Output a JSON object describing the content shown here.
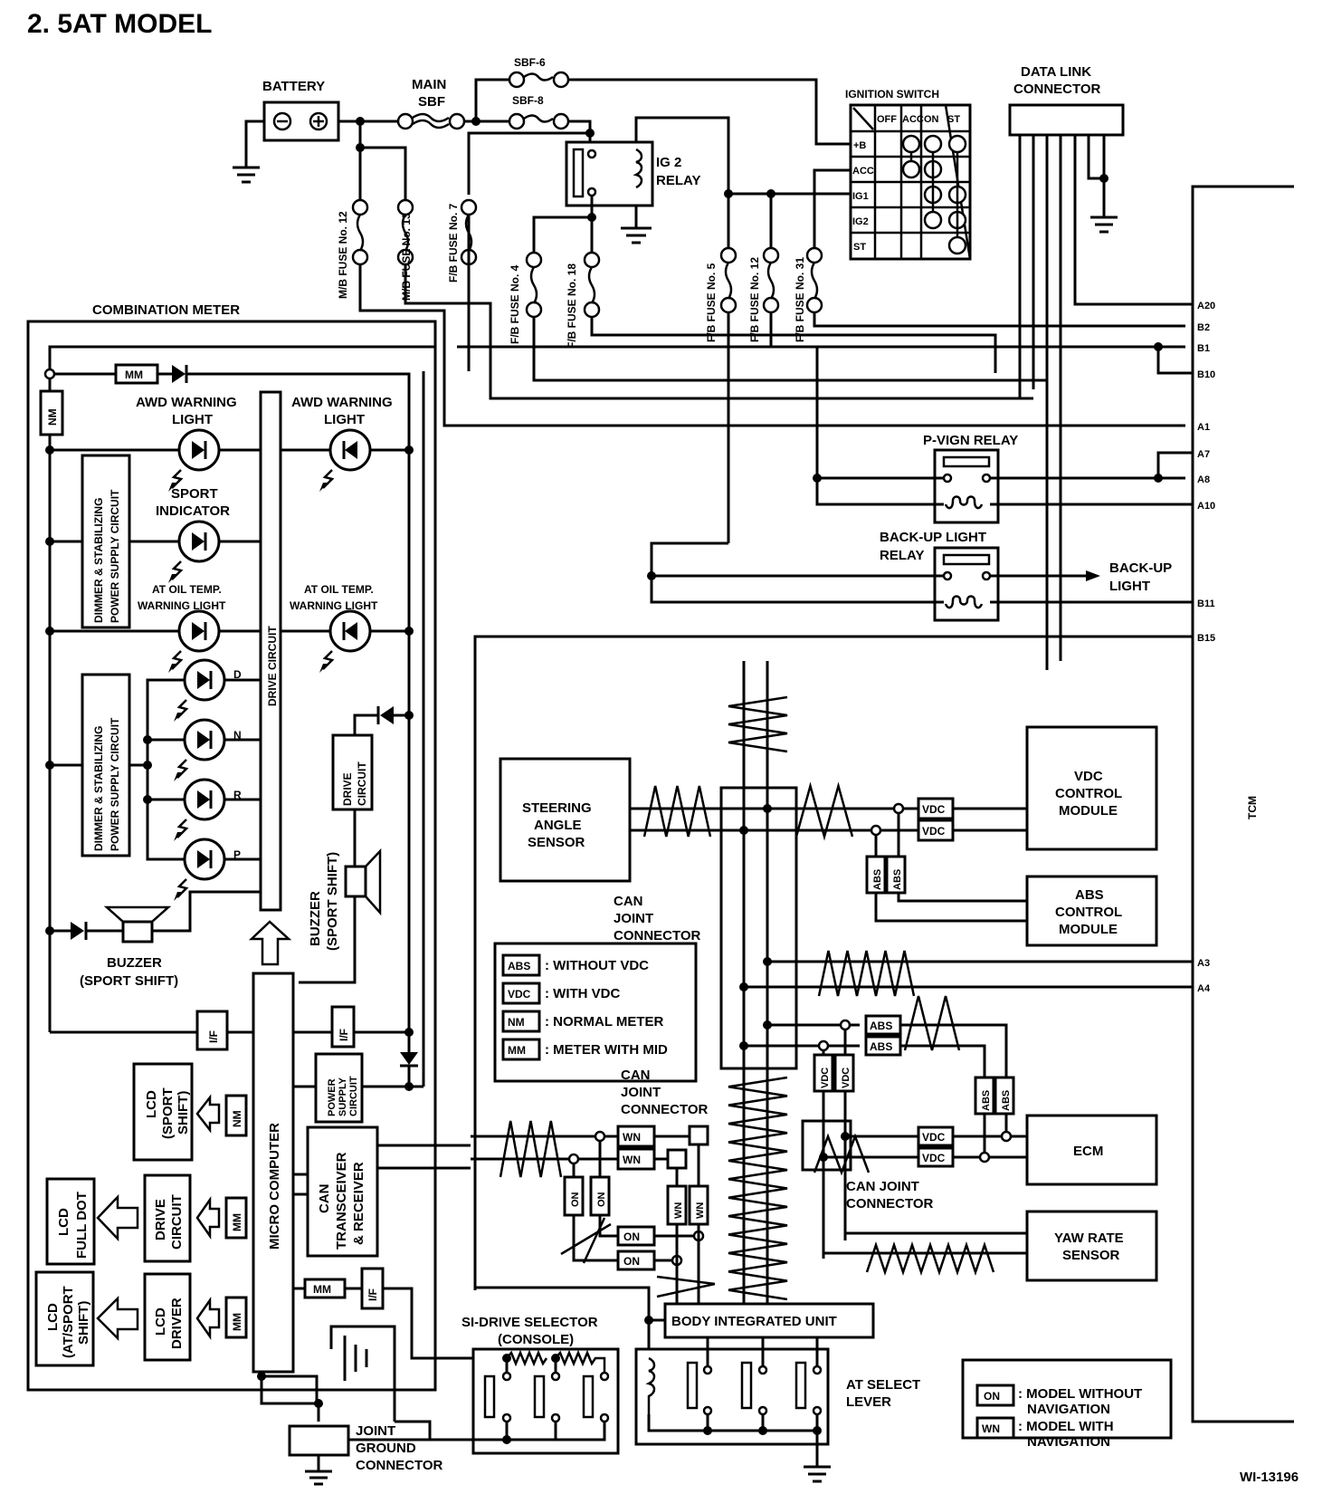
{
  "title": "2.  5AT MODEL",
  "figure_id": "WI-13196",
  "power": {
    "battery": "BATTERY",
    "main_sbf": [
      "MAIN",
      "SBF"
    ],
    "sbf_6": "SBF-6",
    "sbf_8": "SBF-8",
    "ig2_relay": [
      "IG 2",
      "RELAY"
    ]
  },
  "fuses": [
    "M/B FUSE No. 12",
    "M/B FUSE No. 13",
    "F/B FUSE No. 7",
    "F/B FUSE No. 4",
    "F/B FUSE No. 18",
    "F/B FUSE No. 5",
    "F/B FUSE No. 12",
    "F/B FUSE No. 31"
  ],
  "ignition_switch": {
    "title": "IGNITION SWITCH",
    "columns": [
      "OFF",
      "ACC",
      "ON",
      "ST"
    ],
    "rows": [
      {
        "label": "+B",
        "connected": [
          "ACC",
          "ON",
          "ST"
        ]
      },
      {
        "label": "ACC",
        "connected": [
          "ACC",
          "ON"
        ]
      },
      {
        "label": "IG1",
        "connected": [
          "ON",
          "ST"
        ]
      },
      {
        "label": "IG2",
        "connected": [
          "ON",
          "ST"
        ]
      },
      {
        "label": "ST",
        "connected": [
          "ST"
        ]
      }
    ]
  },
  "data_link_connector": [
    "DATA LINK",
    "CONNECTOR"
  ],
  "tcm": {
    "label": "TCM",
    "pins": [
      "A20",
      "B2",
      "B1",
      "B10",
      "A1",
      "A7",
      "A8",
      "A10",
      "B11",
      "B15",
      "A3",
      "A4"
    ]
  },
  "relays": {
    "p_vign": "P-VIGN RELAY",
    "backup": [
      "BACK-UP LIGHT",
      "RELAY"
    ],
    "backup_light": [
      "BACK-UP",
      "LIGHT"
    ]
  },
  "combination_meter": {
    "title": "COMBINATION METER",
    "awd_left": [
      "AWD WARNING",
      "LIGHT"
    ],
    "awd_right": [
      "AWD WARNING",
      "LIGHT"
    ],
    "sport_indicator": [
      "SPORT",
      "INDICATOR"
    ],
    "oil_left": [
      "AT OIL TEMP.",
      "WARNING LIGHT"
    ],
    "oil_right": [
      "AT OIL TEMP.",
      "WARNING LIGHT"
    ],
    "dimmer": [
      "DIMMER & STABILIZING",
      "POWER SUPPLY CIRCUIT"
    ],
    "drive_circuit_bar": "DRIVE CIRCUIT",
    "gear_leds": [
      "D",
      "N",
      "R",
      "P"
    ],
    "drive_circuit_small": [
      "DRIVE",
      "CIRCUIT"
    ],
    "buzzer_vertical": [
      "BUZZER",
      "(SPORT SHIFT)"
    ],
    "buzzer_horizontal": [
      "BUZZER",
      "(SPORT SHIFT)"
    ],
    "micro_computer": "MICRO COMPUTER",
    "power_supply": [
      "POWER",
      "SUPPLY",
      "CIRCUIT"
    ],
    "can_transceiver": [
      "CAN",
      "TRANSCEIVER",
      "& RECEIVER"
    ],
    "lcd_sport_shift": [
      "LCD",
      "(SPORT",
      "SHIFT)"
    ],
    "drive_circuit_lcd": [
      "DRIVE",
      "CIRCUIT"
    ],
    "lcd_full_dot": [
      "LCD",
      "FULL DOT"
    ],
    "lcd_driver": [
      "LCD",
      "DRIVER"
    ],
    "lcd_at_sport": [
      "LCD",
      "(AT/SPORT",
      "SHIFT)"
    ],
    "tag_nm": "NM",
    "tag_mm": "MM",
    "tag_if": "I/F"
  },
  "modules": {
    "steering": [
      "STEERING",
      "ANGLE",
      "SENSOR"
    ],
    "vdc": [
      "VDC",
      "CONTROL",
      "MODULE"
    ],
    "abs": [
      "ABS",
      "CONTROL",
      "MODULE"
    ],
    "ecm": "ECM",
    "yaw": [
      "YAW RATE",
      "SENSOR"
    ],
    "body_integrated_unit": "BODY INTEGRATED UNIT",
    "si_drive": [
      "SI-DRIVE SELECTOR",
      "(CONSOLE)"
    ],
    "at_select": [
      "AT SELECT",
      "LEVER"
    ],
    "joint_ground": [
      "JOINT",
      "GROUND",
      "CONNECTOR"
    ]
  },
  "can_joint": {
    "upper": [
      "CAN",
      "JOINT",
      "CONNECTOR"
    ],
    "middle": [
      "CAN",
      "JOINT",
      "CONNECTOR"
    ],
    "right": [
      "CAN JOINT",
      "CONNECTOR"
    ]
  },
  "tags": {
    "abs": "ABS",
    "vdc": "VDC",
    "wn": "WN",
    "on": "ON"
  },
  "legend_1": [
    {
      "tag": "ABS",
      "text": ": WITHOUT VDC"
    },
    {
      "tag": "VDC",
      "text": ": WITH VDC"
    },
    {
      "tag": "NM",
      "text": ": NORMAL METER"
    },
    {
      "tag": "MM",
      "text": ": METER WITH MID"
    }
  ],
  "legend_2": [
    {
      "tag": "ON",
      "text": [
        ": MODEL WITHOUT",
        "NAVIGATION"
      ]
    },
    {
      "tag": "WN",
      "text": [
        ": MODEL WITH",
        "NAVIGATION"
      ]
    }
  ]
}
